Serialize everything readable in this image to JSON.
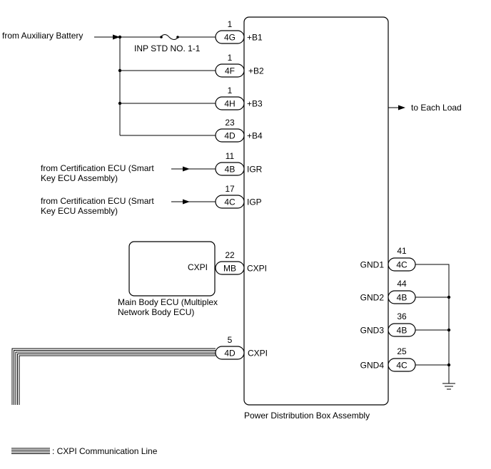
{
  "main_box": {
    "label": "Power Distribution Box Assembly"
  },
  "sources": {
    "aux_battery": "from Auxiliary Battery",
    "fuse": "INP STD NO. 1-1",
    "cert_ecu_1": [
      "from Certification ECU (Smart",
      "Key ECU Assembly)"
    ],
    "cert_ecu_2": [
      "from Certification ECU (Smart",
      "Key ECU Assembly)"
    ],
    "to_each_load": "to Each Load"
  },
  "main_body_ecu": {
    "label": [
      "Main Body ECU (Multiplex",
      "Network Body ECU)"
    ],
    "pin_label": "CXPI"
  },
  "left_pins": [
    {
      "num": "1",
      "conn": "4G",
      "name": "+B1"
    },
    {
      "num": "1",
      "conn": "4F",
      "name": "+B2"
    },
    {
      "num": "1",
      "conn": "4H",
      "name": "+B3"
    },
    {
      "num": "23",
      "conn": "4D",
      "name": "+B4"
    },
    {
      "num": "11",
      "conn": "4B",
      "name": "IGR"
    },
    {
      "num": "17",
      "conn": "4C",
      "name": "IGP"
    },
    {
      "num": "22",
      "conn": "MB",
      "name": "CXPI"
    },
    {
      "num": "5",
      "conn": "4D",
      "name": "CXPI"
    }
  ],
  "right_pins": [
    {
      "num": "41",
      "conn": "4C",
      "name": "GND1"
    },
    {
      "num": "44",
      "conn": "4B",
      "name": "GND2"
    },
    {
      "num": "36",
      "conn": "4B",
      "name": "GND3"
    },
    {
      "num": "25",
      "conn": "4C",
      "name": "GND4"
    }
  ],
  "legend": {
    "label": ": CXPI Communication Line"
  }
}
